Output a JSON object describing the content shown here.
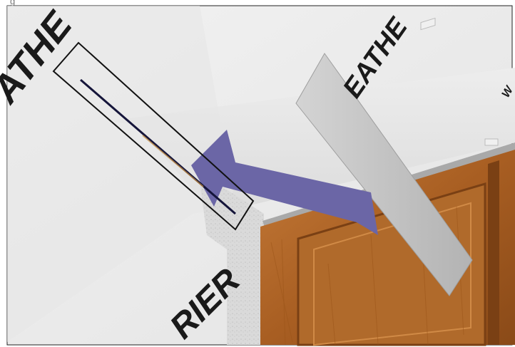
{
  "image": {
    "caption_fragment": "g",
    "wrap_text_top_left": "ATHE",
    "wrap_text_top_right": "EATHE",
    "wrap_text_far_right": "W",
    "wrap_text_bottom": "RIER"
  },
  "colors": {
    "wall": "#e9e9e9",
    "wall_shadow": "#d8d8d8",
    "arrow": "#6b66a6",
    "flashing": "#c4c4c4",
    "door_wood": "#b5692a",
    "door_wood_dark": "#7a4014",
    "highlight_box_stroke": "#111111",
    "foam": "#d6d6d6",
    "trim_metal": "#9a9a9a"
  }
}
